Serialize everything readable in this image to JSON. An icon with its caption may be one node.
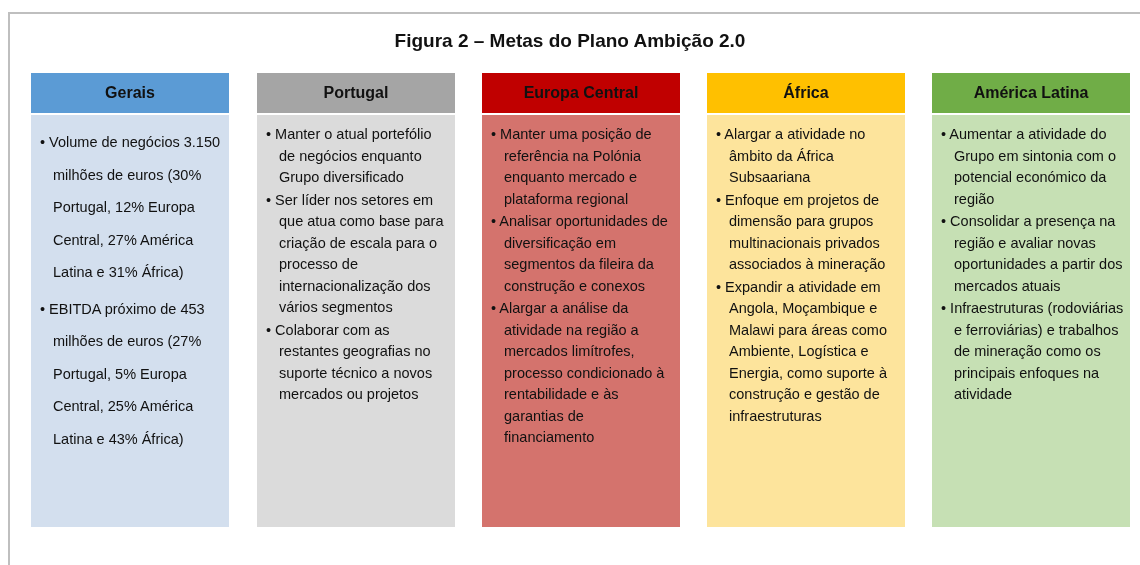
{
  "diagram": {
    "title": "Figura 2 – Metas do Plano Ambição 2.0",
    "nodes": [
      {
        "text": [
          "Gerais"
        ]
      },
      {
        "text": [
          "• Volume de negócios 3.150 milhões de euros (30% Portugal, 12% Europa Central, 27% América Latina e 31% África)",
          "• EBITDA próximo de 453 milhões de euros (27% Portugal, 5% Europa Central, 25% América Latina e 43% África)"
        ]
      },
      {
        "text": [
          "Portugal"
        ]
      },
      {
        "text": [
          "• Manter o atual portefólio de negócios enquanto Grupo diversificado",
          "• Ser líder nos setores em que atua como base para criação de escala para o processo de internacionalização dos vários segmentos",
          "• Colaborar com as restantes geografias no suporte técnico a novos mercados ou projetos"
        ]
      },
      {
        "text": [
          "Europa Central"
        ]
      },
      {
        "text": [
          "• Manter uma posição de referência na Polónia enquanto mercado e plataforma regional",
          "• Analisar oportunidades de diversificação em segmentos da fileira da construção e conexos",
          "• Alargar a análise da atividade na região a mercados limítrofes, processo condicionado à rentabilidade e às garantias de financiamento"
        ]
      },
      {
        "text": [
          "África"
        ]
      },
      {
        "text": [
          "• Alargar a atividade no âmbito da  África Subsaariana",
          "• Enfoque em projetos de dimensão para grupos multinacionais privados associados à mineração",
          "• Expandir a atividade em Angola, Moçambique e Malawi para áreas como Ambiente, Logística e Energia, como suporte à construção e gestão de infraestruturas"
        ]
      },
      {
        "text": [
          "América Latina"
        ]
      },
      {
        "text": [
          "• Aumentar a atividade do Grupo em sintonia com o potencial económico da região",
          "• Consolidar a presença na região e avaliar novas oportunidades a partir dos mercados atuais",
          "• Infraestruturas (rodoviárias e ferroviárias) e trabalhos de mineração como os principais enfoques na atividade"
        ]
      }
    ]
  }
}
